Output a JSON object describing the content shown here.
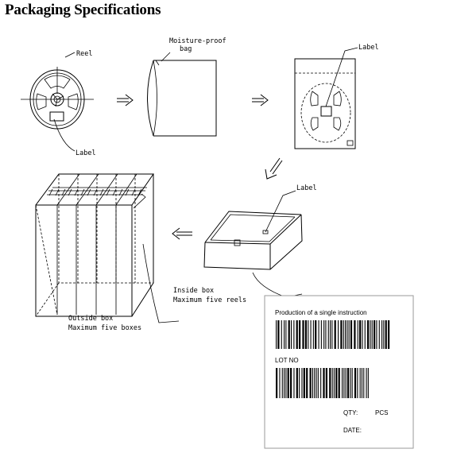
{
  "title": "Packaging Specifications",
  "labels": {
    "reel": "Reel",
    "reel_label": "Label",
    "bag_line1": "Moisture-proof",
    "bag_line2": "bag",
    "bag_label": "Label",
    "inside_box_label": "Label",
    "inside_box_line1": "Inside box",
    "inside_box_line2": "Maximum five reels",
    "outside_box_line1": "Outside box",
    "outside_box_line2": "Maximum five boxes"
  },
  "barcode_card": {
    "heading": "Production of a single instruction",
    "lot_no": "LOT NO",
    "qty": "QTY:",
    "pcs": "PCS",
    "date": "DATE:"
  },
  "icons": [
    "reel-icon",
    "moisture-bag-icon",
    "sealed-bag-icon",
    "inside-box-icon",
    "outside-box-icon",
    "arrow-icon",
    "barcode-icon"
  ]
}
